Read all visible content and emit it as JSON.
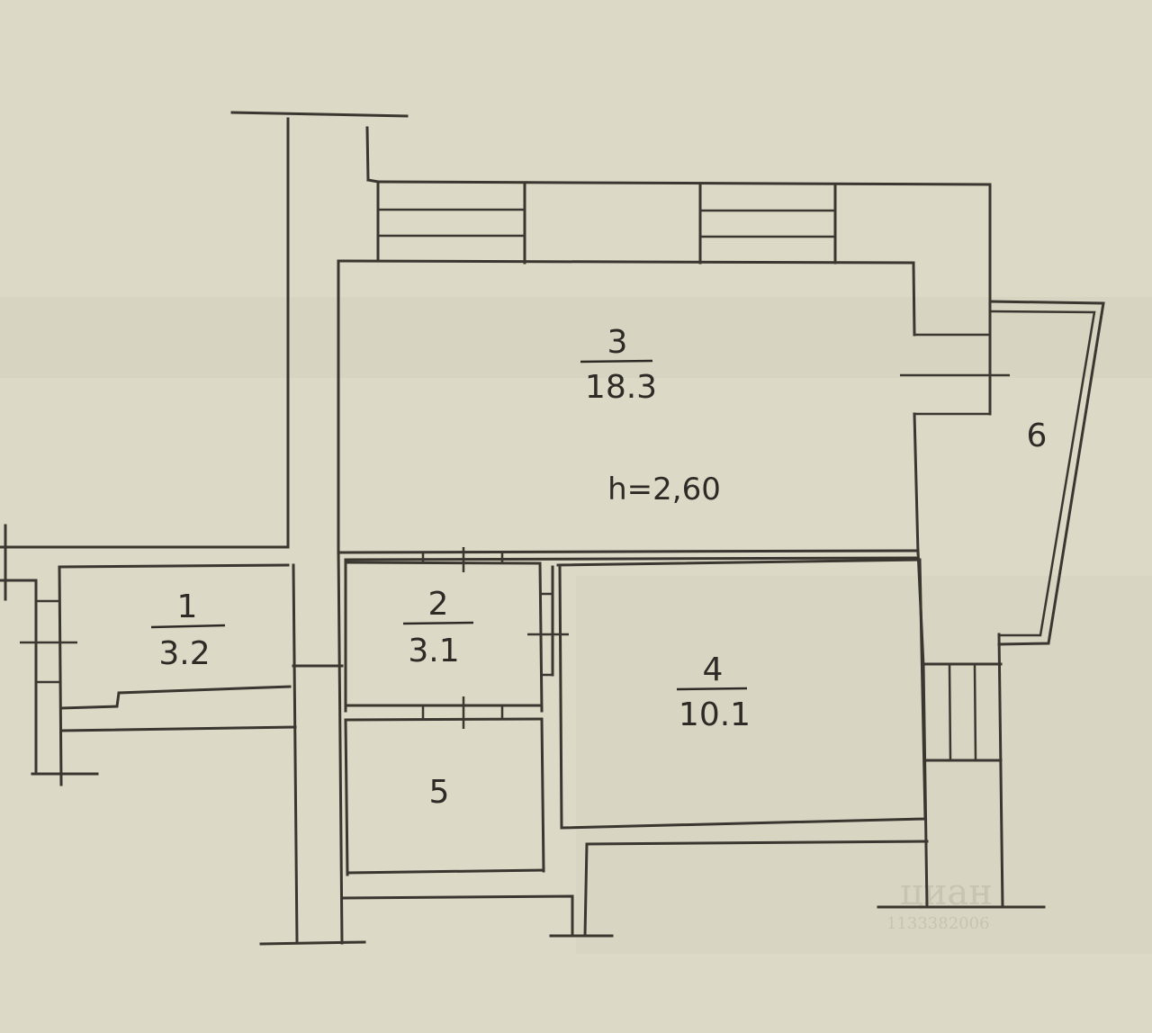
{
  "rooms": [
    {
      "number": "1",
      "area": "3.2"
    },
    {
      "number": "2",
      "area": "3.1"
    },
    {
      "number": "3",
      "area": "18.3",
      "height": "h=2,60"
    },
    {
      "number": "4",
      "area": "10.1"
    },
    {
      "number": "5"
    },
    {
      "number": "6"
    }
  ],
  "watermark": {
    "brand": "циан",
    "code": "1133382006"
  },
  "colors": {
    "paper": "#dcd9c6",
    "ink": "#3a3630"
  }
}
